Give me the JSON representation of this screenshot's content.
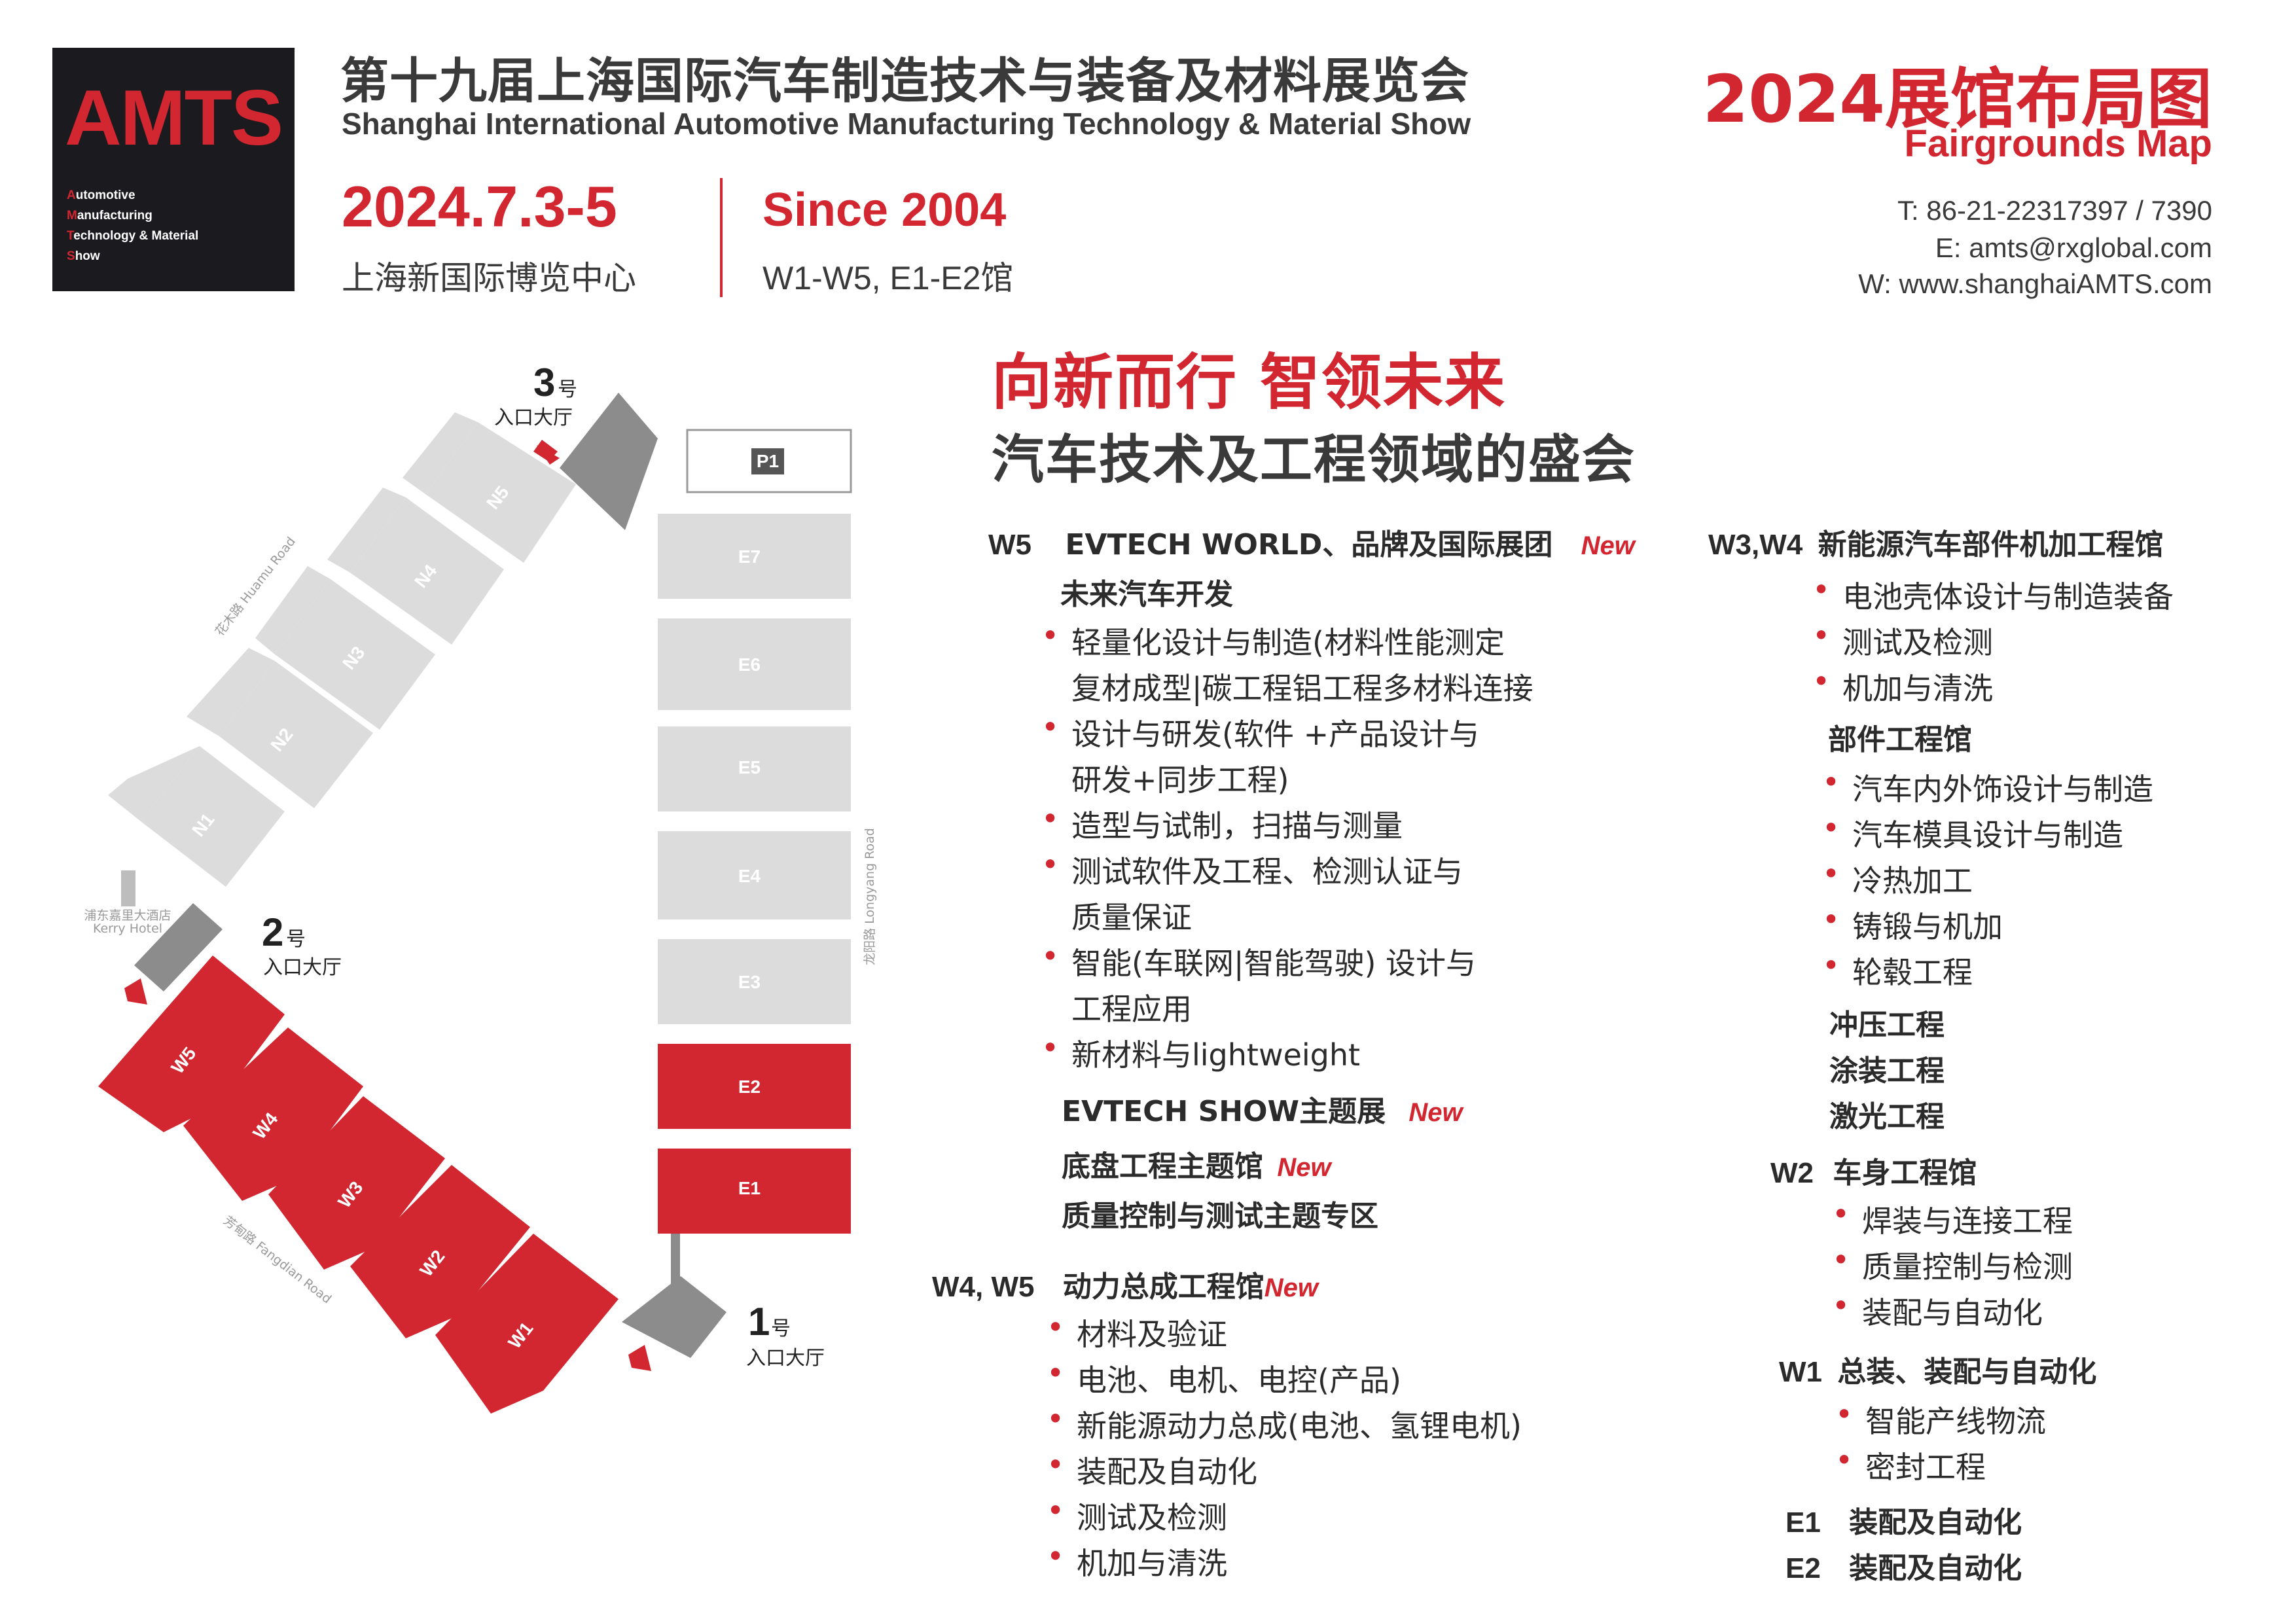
{
  "header": {
    "logo_text": "AMTS",
    "logo_lines": [
      {
        "cap": "A",
        "rest": "utomotive"
      },
      {
        "cap": "M",
        "rest": "anufacturing"
      },
      {
        "cap": "T",
        "rest": "echnology & Material"
      },
      {
        "cap": "S",
        "rest": "how"
      }
    ],
    "title_cn": "第十九届上海国际汽车制造技术与装备及材料展览会",
    "title_en": "Shanghai International Automotive Manufacturing Technology & Material Show",
    "date": "2024.7.3-5",
    "venue": "上海新国际博览中心",
    "since": "Since 2004",
    "halls": "W1-W5, E1-E2馆",
    "map_title": "2024展馆布局图",
    "map_subtitle": "Fairgrounds Map",
    "phone": "T: 86-21-22317397 / 7390",
    "email": "E: amts@rxglobal.com",
    "web": "W: www.shanghaiAMTS.com"
  },
  "slogan": {
    "line1": "向新而行 智领未来",
    "line2": "汽车技术及工程领域的盛会"
  },
  "map": {
    "halls_grey_n": [
      "N1",
      "N2",
      "N3",
      "N4",
      "N5"
    ],
    "halls_grey_e": [
      "E7",
      "E6",
      "E5",
      "E4",
      "E3"
    ],
    "halls_red_w": [
      "W5",
      "W4",
      "W3",
      "W2",
      "W1"
    ],
    "halls_red_e": [
      "E2",
      "E1"
    ],
    "parking": "P1",
    "entrance_word": "号",
    "entrance_label": "入口大厅",
    "entrances": [
      "3",
      "2",
      "1"
    ],
    "hotel_cn": "浦东嘉里大酒店",
    "hotel_en": "Kerry Hotel",
    "road_huamu": "花木路 Huamu Road",
    "road_longyang": "龙阳路 Longyang Road",
    "road_fangdian": "芳甸路 Fangdian Road",
    "colors": {
      "red": "#d22630",
      "grey_hall": "#dcdcdc",
      "entrance": "#8c8c8c"
    }
  },
  "col1": {
    "w5_code": "W5",
    "w5_title": "EVTECH WORLD、品牌及国际展团",
    "new": "New",
    "future_dev": "未来汽车开发",
    "items": [
      "轻量化设计与制造(材料性能测定",
      "复材成型|碳工程铝工程多材料连接",
      "设计与研发(软件 +产品设计与",
      "研发+同步工程)",
      "造型与试制，扫描与测量",
      "测试软件及工程、检测认证与",
      "质量保证",
      "智能(车联网|智能驾驶) 设计与",
      "工程应用",
      "新材料与lightweight"
    ],
    "evtech_show": "EVTECH SHOW主题展",
    "chassis": "底盘工程主题馆",
    "quality_zone": "质量控制与测试主题专区",
    "w4w5_code": "W4, W5",
    "powertrain": "动力总成工程馆",
    "powertrain_items": [
      "材料及验证",
      "电池、电机、电控(产品)",
      "新能源动力总成(电池、氢锂电机)",
      "装配及自动化",
      "测试及检测",
      "机加与清洗"
    ]
  },
  "col2": {
    "w3w4_code": "W3,W4",
    "w3w4_title": "新能源汽车部件机加工程馆",
    "w3w4_items": [
      "电池壳体设计与制造装备",
      "测试及检测",
      "机加与清洗"
    ],
    "parts_title": "部件工程馆",
    "parts_items": [
      "汽车内外饰设计与制造",
      "汽车模具设计与制造",
      "冷热加工",
      "铸锻与机加",
      "轮毂工程"
    ],
    "stamping": "冲压工程",
    "painting": "涂装工程",
    "laser": "激光工程",
    "w2_code": "W2",
    "w2_title": "车身工程馆",
    "w2_items": [
      "焊装与连接工程",
      "质量控制与检测",
      "装配与自动化"
    ],
    "w1_code": "W1",
    "w1_title": "总装、装配与自动化",
    "w1_items": [
      "智能产线物流",
      "密封工程"
    ],
    "e1_code": "E1",
    "e1_title": "装配及自动化",
    "e2_code": "E2",
    "e2_title": "装配及自动化"
  }
}
